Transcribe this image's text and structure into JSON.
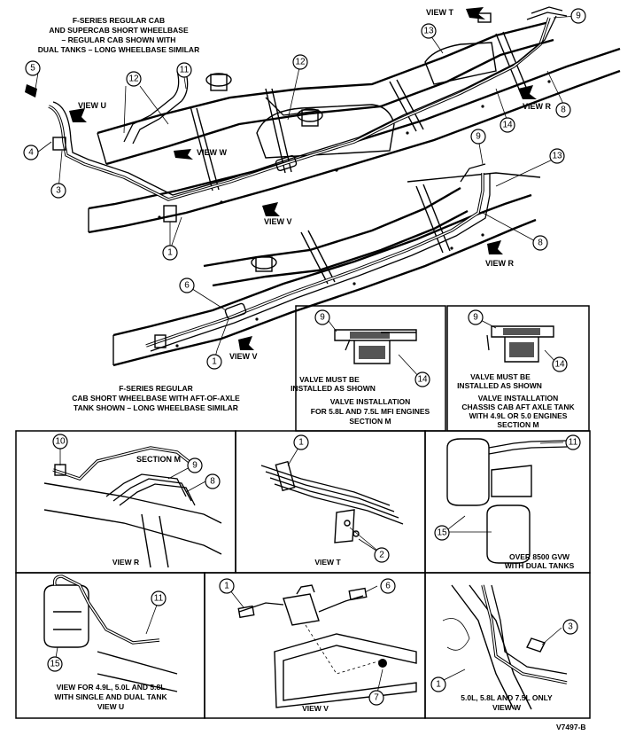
{
  "captions": {
    "main_top": [
      "F-SERIES REGULAR CAB",
      "AND SUPERCAB SHORT WHEELBASE",
      "– REGULAR CAB SHOWN WITH",
      "DUAL TANKS – LONG WHEELBASE SIMILAR"
    ],
    "main_bottom": [
      "F-SERIES REGULAR",
      "CAB SHORT WHEELBASE WITH AFT-OF-AXLE",
      "TANK SHOWN – LONG WHEELBASE SIMILAR"
    ],
    "section_m1_note": [
      "VALVE MUST BE",
      "INSTALLED AS SHOWN"
    ],
    "section_m1_title": [
      "VALVE INSTALLATION",
      "FOR 5.8L AND 7.5L MFI ENGINES",
      "SECTION M"
    ],
    "section_m2_note": [
      "VALVE MUST BE",
      "INSTALLED AS SHOWN"
    ],
    "section_m2_title": [
      "VALVE INSTALLATION",
      "CHASSIS CAB AFT AXLE TANK",
      "WITH 4.9L OR 5.0 ENGINES",
      "SECTION M"
    ],
    "over_gvw": [
      "OVER 8500 GVW",
      "WITH DUAL TANKS"
    ],
    "view_u_caption": [
      "VIEW FOR 4.9L, 5.0L AND 5.8L",
      "WITH SINGLE AND DUAL TANK",
      "VIEW U"
    ],
    "view_w_caption": [
      "5.0L, 5.8L AND 7.5L ONLY",
      "VIEW W"
    ],
    "figure_id": "V7497-B"
  },
  "view_labels": {
    "view_t": "VIEW T",
    "view_u": "VIEW U",
    "view_w": "VIEW W",
    "view_v_main": "VIEW V",
    "view_r_main": "VIEW R",
    "view_v_lower": "VIEW V",
    "section_m": "SECTION M",
    "panel_view_r": "VIEW R",
    "panel_view_t": "VIEW T",
    "panel_view_v": "VIEW V"
  },
  "callouts": {
    "c5": "5",
    "c4": "4",
    "c3": "3",
    "c11a": "11",
    "c12a": "12",
    "c12b": "12",
    "c13a": "13",
    "c9a": "9",
    "c8a": "8",
    "c14a": "14",
    "c9b": "9",
    "c13b": "13",
    "c8b": "8",
    "c1a": "1",
    "c6a": "6",
    "c1b": "1",
    "c9c": "9",
    "c14b": "14",
    "c9d": "9",
    "c14c": "14",
    "c10": "10",
    "c9e": "9",
    "c8c": "8",
    "c1c": "1",
    "c2": "2",
    "c11b": "11",
    "c15a": "15",
    "c11c": "11",
    "c15b": "15",
    "c1d": "1",
    "c6b": "6",
    "c7": "7",
    "c3b": "3",
    "c1e": "1"
  }
}
